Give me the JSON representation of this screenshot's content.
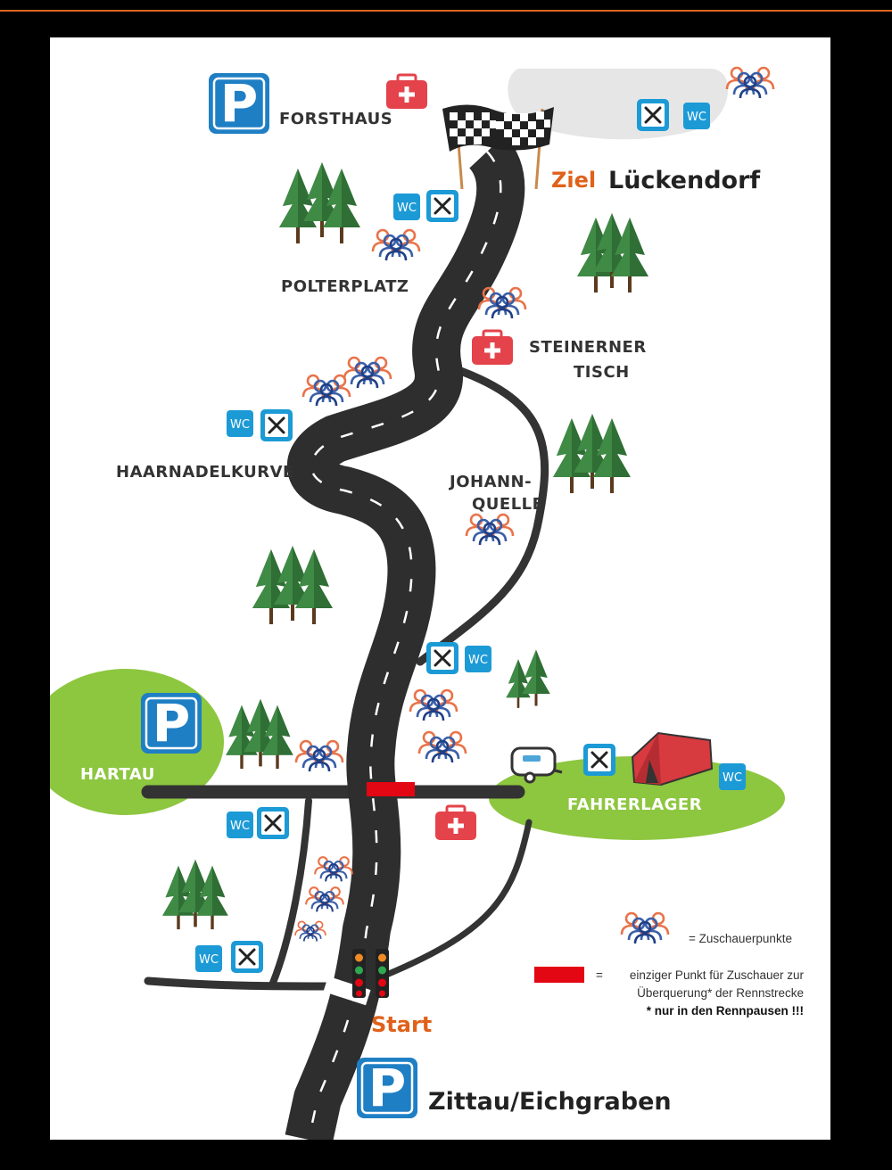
{
  "places": {
    "forsthaus": "FORSTHAUS",
    "ziel": "Ziel",
    "lueckendorf": "Lückendorf",
    "polterplatz": "POLTERPLATZ",
    "steinerner_1": "STEINERNER",
    "steinerner_2": "TISCH",
    "haarnadelkurve": "HAARNADELKURVE",
    "johann_1": "JOHANN-",
    "johann_2": "QUELLE",
    "hartau": "HARTAU",
    "fahrerlager": "FAHRERLAGER",
    "start": "Start",
    "zittau": "Zittau/Eichgraben"
  },
  "icons": {
    "parking_letter": "P",
    "wc_text": "WC"
  },
  "legend": {
    "spectators": "= Zuschauerpunkte",
    "crossing_eq": "=",
    "crossing_line1": "einziger Punkt für Zuschauer zur",
    "crossing_line2": "Überquerung* der Rennstrecke",
    "crossing_note": "* nur in den Rennpausen !!!"
  },
  "colors": {
    "road": "#2e2e2e",
    "accent_orange": "#e0611a",
    "green_area": "#8dc63f",
    "crossing_red": "#e30613",
    "parking_blue": "#1f7fc4",
    "wc_blue": "#1c9ad6",
    "first_aid_red": "#e4434b"
  }
}
